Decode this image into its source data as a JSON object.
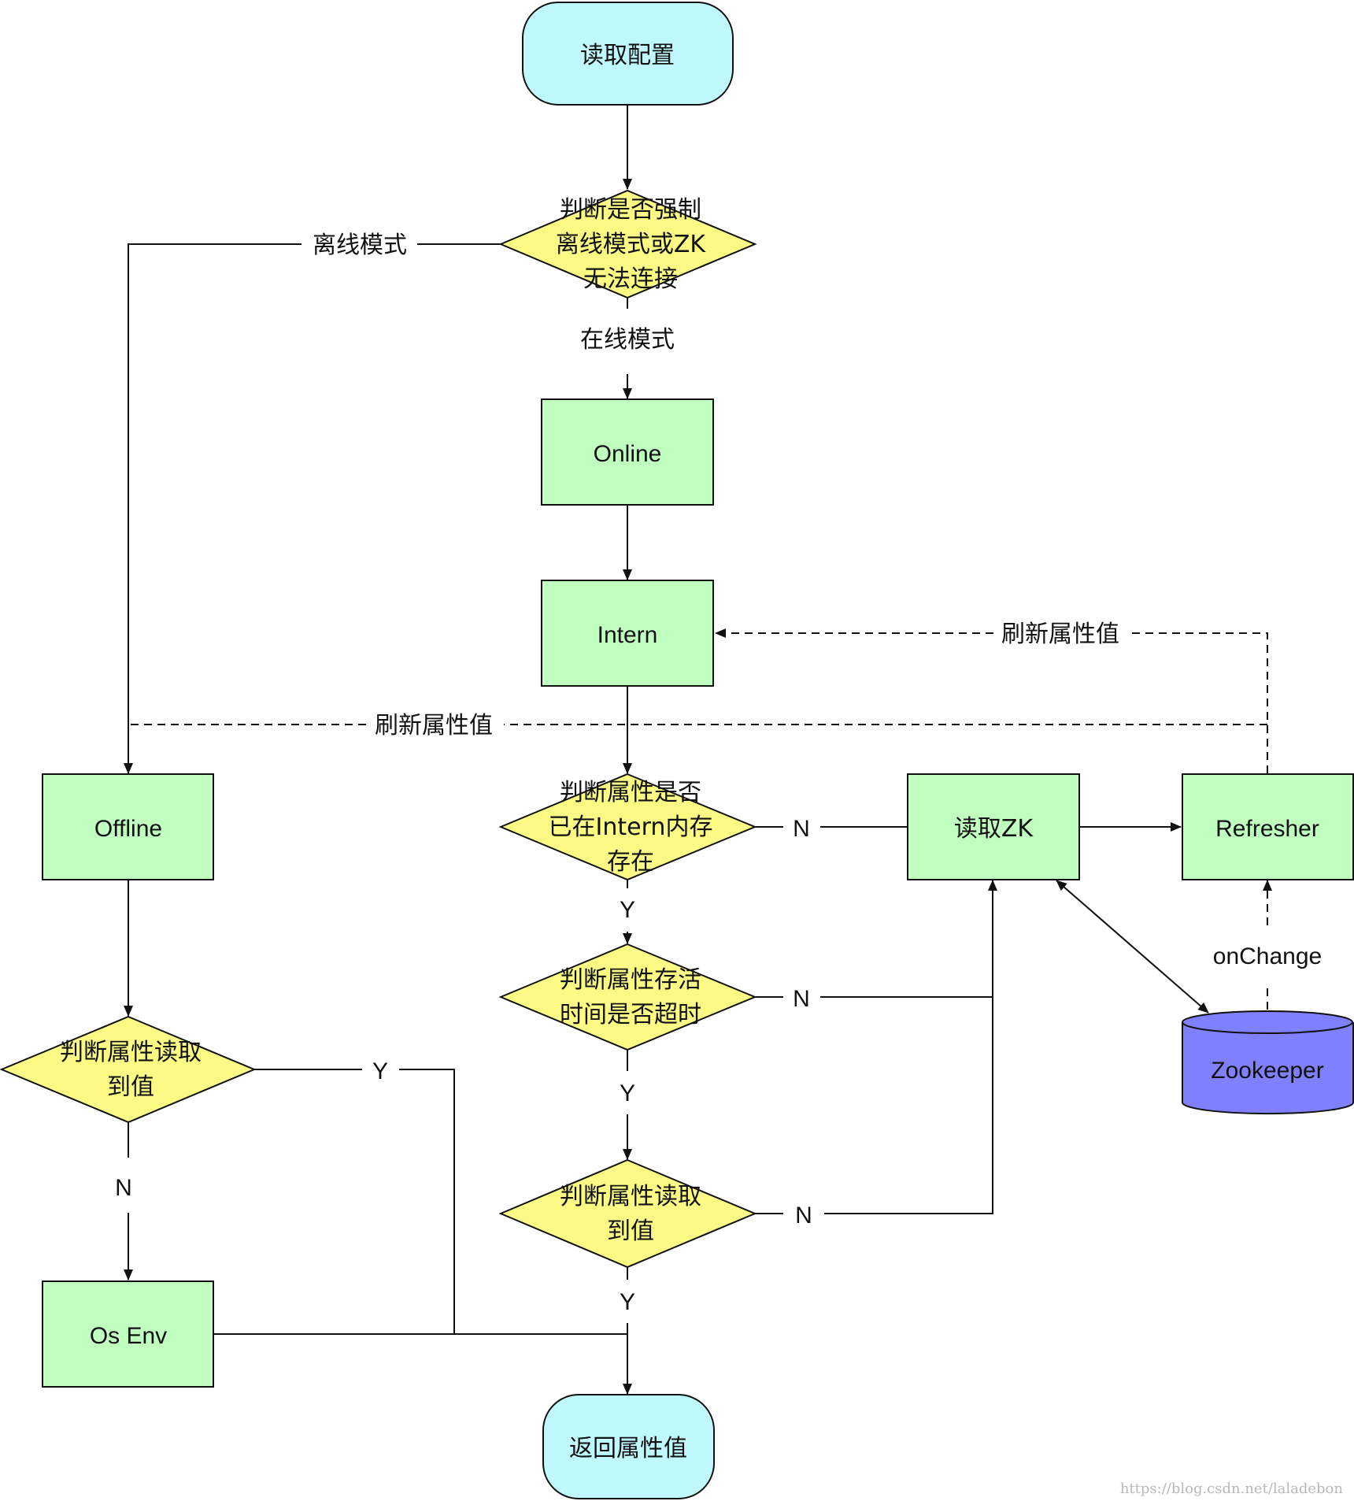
{
  "nodes": {
    "read_config": "读取配置",
    "check_offline": [
      "判断是否强制",
      "离线模式或ZK",
      "无法连接"
    ],
    "online": "Online",
    "intern": "Intern",
    "check_intern": [
      "判断属性是否",
      "已在Intern内存",
      "存在"
    ],
    "check_ttl": [
      "判断属性存活",
      "时间是否超时"
    ],
    "check_read_mid": [
      "判断属性读取",
      "到值"
    ],
    "offline": "Offline",
    "check_read_left": [
      "判断属性读取",
      "到值"
    ],
    "os_env": "Os Env",
    "return_value": "返回属性值",
    "read_zk": "读取ZK",
    "refresher": "Refresher",
    "zookeeper": "Zookeeper"
  },
  "edge_labels": {
    "offline_mode": "离线模式",
    "online_mode": "在线模式",
    "refresh_intern": "刷新属性值",
    "refresh_offline": "刷新属性值",
    "intern_n": "N",
    "intern_y": "Y",
    "ttl_n": "N",
    "ttl_y": "Y",
    "read_mid_n": "N",
    "read_mid_y": "Y",
    "read_left_y": "Y",
    "read_left_n": "N",
    "on_change": "onChange"
  },
  "colors": {
    "terminal": "#c0f9fd",
    "process": "#c0ffc0",
    "decision": "#fafa84",
    "database": "#8080ff",
    "stroke": "#111111"
  },
  "watermark": "https://blog.csdn.net/laladebon"
}
